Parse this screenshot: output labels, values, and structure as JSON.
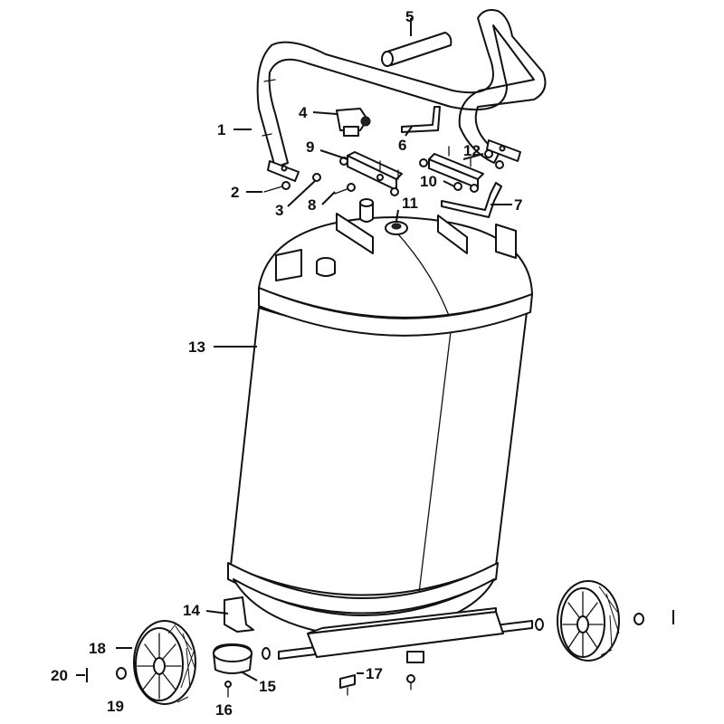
{
  "diagram": {
    "parts": [
      {
        "id": "1",
        "label": "1"
      },
      {
        "id": "2",
        "label": "2"
      },
      {
        "id": "3",
        "label": "3"
      },
      {
        "id": "4",
        "label": "4"
      },
      {
        "id": "5",
        "label": "5"
      },
      {
        "id": "6",
        "label": "6"
      },
      {
        "id": "7",
        "label": "7"
      },
      {
        "id": "8",
        "label": "8"
      },
      {
        "id": "9",
        "label": "9"
      },
      {
        "id": "10",
        "label": "10"
      },
      {
        "id": "11",
        "label": "11"
      },
      {
        "id": "12",
        "label": "12"
      },
      {
        "id": "13",
        "label": "13"
      },
      {
        "id": "14",
        "label": "14"
      },
      {
        "id": "15",
        "label": "15"
      },
      {
        "id": "16",
        "label": "16"
      },
      {
        "id": "17",
        "label": "17"
      },
      {
        "id": "18",
        "label": "18"
      },
      {
        "id": "19",
        "label": "19"
      },
      {
        "id": "20",
        "label": "20"
      }
    ]
  },
  "colors": {
    "line": "#111111",
    "background": "#ffffff"
  }
}
